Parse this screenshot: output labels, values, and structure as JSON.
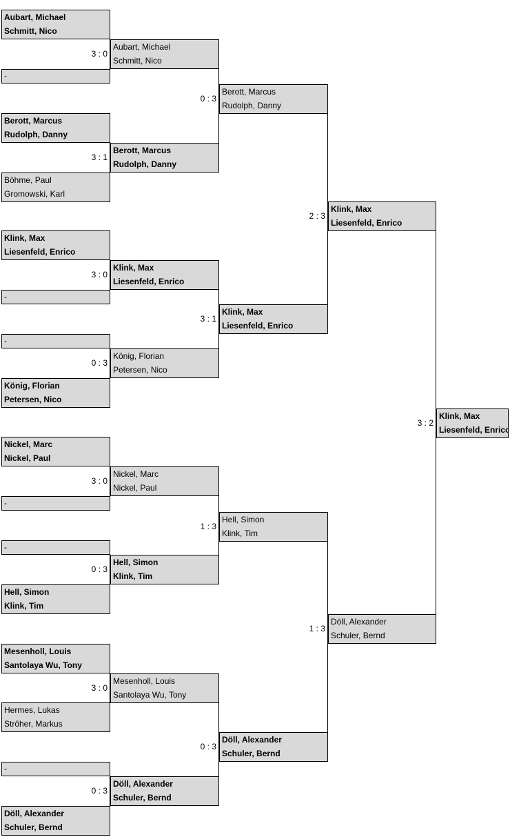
{
  "colors": {
    "box_fill": "#d9d9d9",
    "box_border": "#000000",
    "page_bg": "#ffffff",
    "text": "#000000"
  },
  "bracket": {
    "bye_label": "-",
    "rounds": [
      {
        "name": "round-of-16",
        "slots": [
          {
            "lines": [
              "Aubart, Michael",
              "Schmitt, Nico"
            ],
            "bold": true
          },
          {
            "lines": [
              "-"
            ],
            "bold": false
          },
          {
            "lines": [
              "Berott, Marcus",
              "Rudolph, Danny"
            ],
            "bold": true
          },
          {
            "lines": [
              "Böhme, Paul",
              "Gromowski, Karl"
            ],
            "bold": false
          },
          {
            "lines": [
              "Klink, Max",
              "Liesenfeld, Enrico"
            ],
            "bold": true
          },
          {
            "lines": [
              "-"
            ],
            "bold": false
          },
          {
            "lines": [
              "-"
            ],
            "bold": false
          },
          {
            "lines": [
              "König, Florian",
              "Petersen, Nico"
            ],
            "bold": true
          },
          {
            "lines": [
              "Nickel, Marc",
              "Nickel, Paul"
            ],
            "bold": true
          },
          {
            "lines": [
              "-"
            ],
            "bold": false
          },
          {
            "lines": [
              "-"
            ],
            "bold": false
          },
          {
            "lines": [
              "Hell, Simon",
              "Klink, Tim"
            ],
            "bold": true
          },
          {
            "lines": [
              "Mesenholl, Louis",
              "Santolaya Wu, Tony"
            ],
            "bold": true
          },
          {
            "lines": [
              "Hermes, Lukas",
              "Ströher, Markus"
            ],
            "bold": false
          },
          {
            "lines": [
              "-"
            ],
            "bold": false
          },
          {
            "lines": [
              "Döll, Alexander",
              "Schuler, Bernd"
            ],
            "bold": true
          }
        ]
      },
      {
        "name": "quarterfinals",
        "slots": [
          {
            "lines": [
              "Aubart, Michael",
              "Schmitt, Nico"
            ],
            "bold": false,
            "score": "3 : 0"
          },
          {
            "lines": [
              "Berott, Marcus",
              "Rudolph, Danny"
            ],
            "bold": true,
            "score": "3 : 1"
          },
          {
            "lines": [
              "Klink, Max",
              "Liesenfeld, Enrico"
            ],
            "bold": true,
            "score": "3 : 0"
          },
          {
            "lines": [
              "König, Florian",
              "Petersen, Nico"
            ],
            "bold": false,
            "score": "0 : 3"
          },
          {
            "lines": [
              "Nickel, Marc",
              "Nickel, Paul"
            ],
            "bold": false,
            "score": "3 : 0"
          },
          {
            "lines": [
              "Hell, Simon",
              "Klink, Tim"
            ],
            "bold": true,
            "score": "0 : 3"
          },
          {
            "lines": [
              "Mesenholl, Louis",
              "Santolaya Wu, Tony"
            ],
            "bold": false,
            "score": "3 : 0"
          },
          {
            "lines": [
              "Döll, Alexander",
              "Schuler, Bernd"
            ],
            "bold": true,
            "score": "0 : 3"
          }
        ]
      },
      {
        "name": "semifinals",
        "slots": [
          {
            "lines": [
              "Berott, Marcus",
              "Rudolph, Danny"
            ],
            "bold": false,
            "score": "0 : 3"
          },
          {
            "lines": [
              "Klink, Max",
              "Liesenfeld, Enrico"
            ],
            "bold": true,
            "score": "3 : 1"
          },
          {
            "lines": [
              "Hell, Simon",
              "Klink, Tim"
            ],
            "bold": false,
            "score": "1 : 3"
          },
          {
            "lines": [
              "Döll, Alexander",
              "Schuler, Bernd"
            ],
            "bold": true,
            "score": "0 : 3"
          }
        ]
      },
      {
        "name": "final",
        "slots": [
          {
            "lines": [
              "Klink, Max",
              "Liesenfeld, Enrico"
            ],
            "bold": true,
            "score": "2 : 3"
          },
          {
            "lines": [
              "Döll, Alexander",
              "Schuler, Bernd"
            ],
            "bold": false,
            "score": "1 : 3"
          }
        ]
      },
      {
        "name": "champion",
        "slots": [
          {
            "lines": [
              "Klink, Max",
              "Liesenfeld, Enrico"
            ],
            "bold": true,
            "score": "3 : 2"
          }
        ]
      }
    ]
  }
}
